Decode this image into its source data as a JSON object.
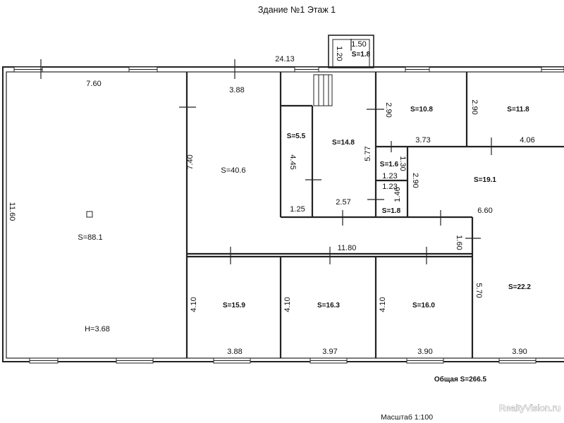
{
  "title": "Здание №1 Этаж 1",
  "total_area": "Общая S=266.5",
  "scale": "Масштаб 1:100",
  "watermark": "RealtyVision.ru",
  "exterior": {
    "top_total": "24.13",
    "left_height": "11.60",
    "height_marker": "H=3.68"
  },
  "rooms": [
    {
      "area": "S=88.1",
      "width": "7.60"
    },
    {
      "area": "S=40.6",
      "width": "3.88",
      "height": "7.40"
    },
    {
      "area": "S=1.8",
      "width": "1.50",
      "height": "1.20"
    },
    {
      "area": "S=5.5",
      "width": "1.25",
      "height": "4.45"
    },
    {
      "area": "S=14.8",
      "width": "2.57",
      "height": "5.77"
    },
    {
      "area": "S=10.8",
      "width": "3.73",
      "height": "2.90"
    },
    {
      "area": "S=11.8",
      "width": "4.06",
      "height": "2.90"
    },
    {
      "area": "S=1.6",
      "width": "1.23",
      "height": "1.30"
    },
    {
      "area": "S=1.8",
      "width": "1.23",
      "height": "1.46"
    },
    {
      "area": "S=19.1",
      "width": "6.60",
      "height": "2.90"
    },
    {
      "area": "S=22.2",
      "width": "3.90",
      "height": "5.70"
    },
    {
      "area": "S=15.9",
      "width": "3.88",
      "height": "4.10"
    },
    {
      "area": "S=16.3",
      "width": "3.97",
      "height": "4.10"
    },
    {
      "area": "S=16.0",
      "width": "3.90",
      "height": "4.10"
    }
  ],
  "corridor": {
    "length": "11.80",
    "width": "1.60"
  }
}
